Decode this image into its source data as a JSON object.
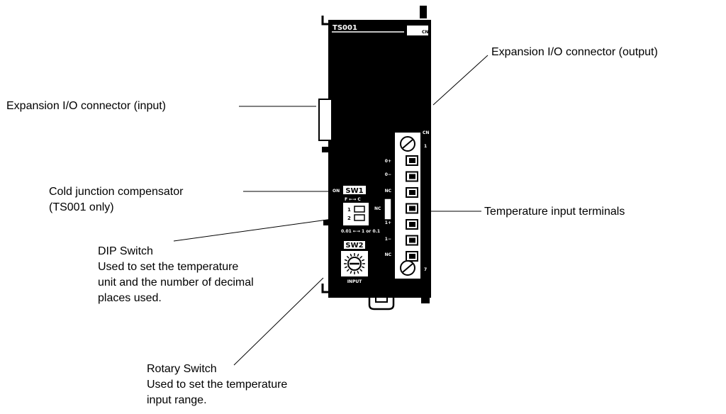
{
  "device": {
    "model": "TS001",
    "top_label": "CN",
    "cn_label": "CN",
    "terminal_labels": [
      "0+",
      "0−",
      "NC",
      "1+",
      "1−",
      "NC"
    ],
    "terminal_numbers": [
      "1",
      "7"
    ],
    "nc_side_label": "NC",
    "sw1": {
      "label": "SW1",
      "on_label": "ON",
      "range_label": "F ←→ C",
      "decimal_label": "0.01 ←→ 1 or 0.1",
      "pins": [
        "1",
        "2"
      ]
    },
    "sw2": {
      "label": "SW2",
      "input_label": "INPUT"
    }
  },
  "callouts": {
    "output_connector": "Expansion I/O connector (output)",
    "input_connector": "Expansion I/O connector (input)",
    "cold_junction_line1": "Cold junction compensator",
    "cold_junction_line2": "(TS001 only)",
    "temp_terminals": "Temperature input terminals",
    "dip_title": "DIP Switch",
    "dip_desc1": "Used to set the temperature",
    "dip_desc2": "unit and the number of decimal",
    "dip_desc3": "places used.",
    "rotary_title": "Rotary Switch",
    "rotary_desc1": "Used to set the temperature",
    "rotary_desc2": "input range."
  }
}
